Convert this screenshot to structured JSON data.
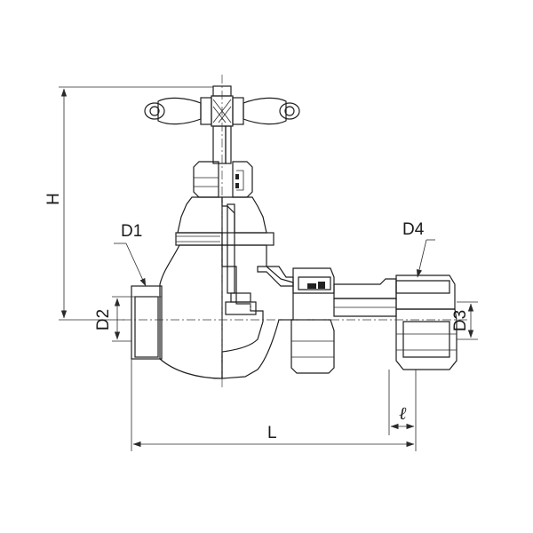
{
  "labels": {
    "H": "H",
    "D1": "D1",
    "D2": "D2",
    "D3": "D3",
    "D4": "D4",
    "L": "L",
    "l": "ℓ"
  },
  "colors": {
    "section_fill": "#b3dcec",
    "body_fill": "#f1f1f1",
    "outline": "#1e1e1e",
    "shade": "#c9c9c9",
    "seal": "#222222"
  }
}
